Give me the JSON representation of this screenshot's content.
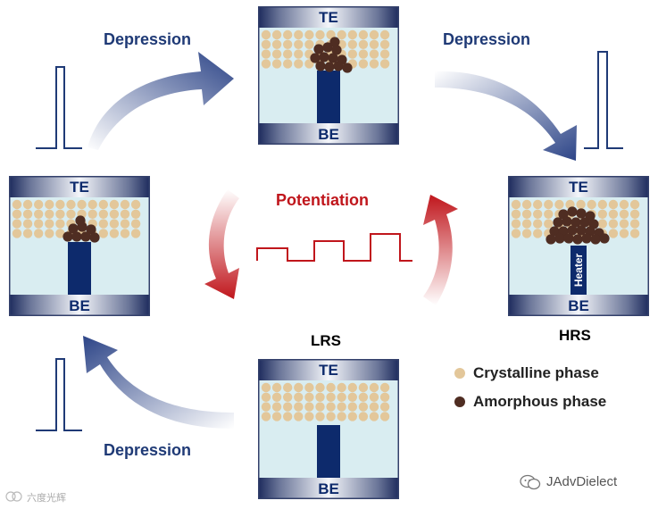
{
  "labels": {
    "te": "TE",
    "be": "BE",
    "heater": "Heater",
    "depression": "Depression",
    "potentiation": "Potentiation",
    "lrs": "LRS",
    "hrs": "HRS"
  },
  "legend": {
    "crystalline": "Crystalline phase",
    "amorphous": "Amorphous phase"
  },
  "watermark": {
    "channel": "JAdvDielect",
    "corner": "六度光辉"
  },
  "colors": {
    "electrode_dark": "#1c2a5c",
    "crystalline": "#e3c79a",
    "amorphous": "#4f2d22",
    "dielectric": "#d9edf1",
    "heater": "#0d2a6c",
    "arrow_blue": "#2c4487",
    "potentiation_red": "#c0161c"
  },
  "icons": [
    "wechat-icon"
  ]
}
